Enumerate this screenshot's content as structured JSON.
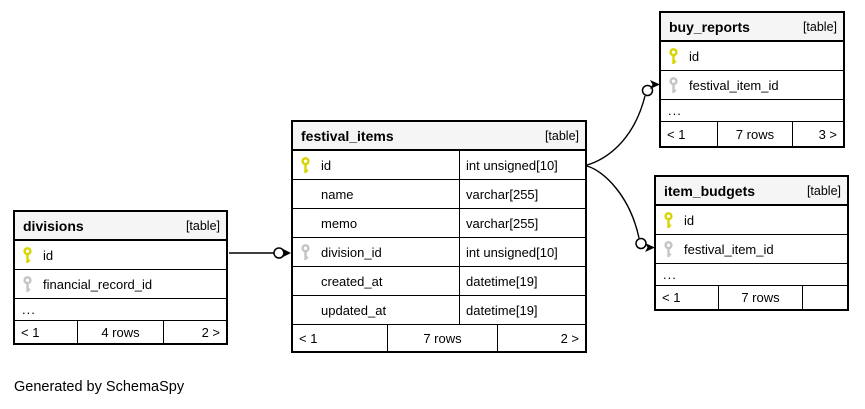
{
  "diagram": {
    "generated_by": "Generated by SchemaSpy",
    "colors": {
      "primary_key_icon": "#d8d400",
      "foreign_key_icon": "#c4c4c4",
      "header_background": "#f5f5f5",
      "border": "#000000"
    },
    "tables": [
      {
        "name": "divisions",
        "type_label": "[table]",
        "columns": [
          {
            "name": "id",
            "key": "primary",
            "type": ""
          },
          {
            "name": "financial_record_id",
            "key": "foreign",
            "type": ""
          }
        ],
        "truncated": "...",
        "footer": {
          "prev": "< 1",
          "rows": "4 rows",
          "next": "2 >"
        }
      },
      {
        "name": "festival_items",
        "type_label": "[table]",
        "columns": [
          {
            "name": "id",
            "key": "primary",
            "type": "int unsigned[10]"
          },
          {
            "name": "name",
            "key": "",
            "type": "varchar[255]"
          },
          {
            "name": "memo",
            "key": "",
            "type": "varchar[255]"
          },
          {
            "name": "division_id",
            "key": "foreign",
            "type": "int unsigned[10]"
          },
          {
            "name": "created_at",
            "key": "",
            "type": "datetime[19]"
          },
          {
            "name": "updated_at",
            "key": "",
            "type": "datetime[19]"
          }
        ],
        "footer": {
          "prev": "< 1",
          "rows": "7 rows",
          "next": "2 >"
        }
      },
      {
        "name": "buy_reports",
        "type_label": "[table]",
        "columns": [
          {
            "name": "id",
            "key": "primary",
            "type": ""
          },
          {
            "name": "festival_item_id",
            "key": "foreign",
            "type": ""
          }
        ],
        "truncated": "...",
        "footer": {
          "prev": "< 1",
          "rows": "7 rows",
          "next": "3 >"
        }
      },
      {
        "name": "item_budgets",
        "type_label": "[table]",
        "columns": [
          {
            "name": "id",
            "key": "primary",
            "type": ""
          },
          {
            "name": "festival_item_id",
            "key": "foreign",
            "type": ""
          }
        ],
        "truncated": "...",
        "footer": {
          "prev": "< 1",
          "rows": "7 rows",
          "next": ""
        }
      }
    ],
    "relationships": [
      {
        "from": "divisions.id",
        "to": "festival_items.division_id"
      },
      {
        "from": "festival_items.id",
        "to": "buy_reports.festival_item_id"
      },
      {
        "from": "festival_items.id",
        "to": "item_budgets.festival_item_id"
      }
    ]
  }
}
